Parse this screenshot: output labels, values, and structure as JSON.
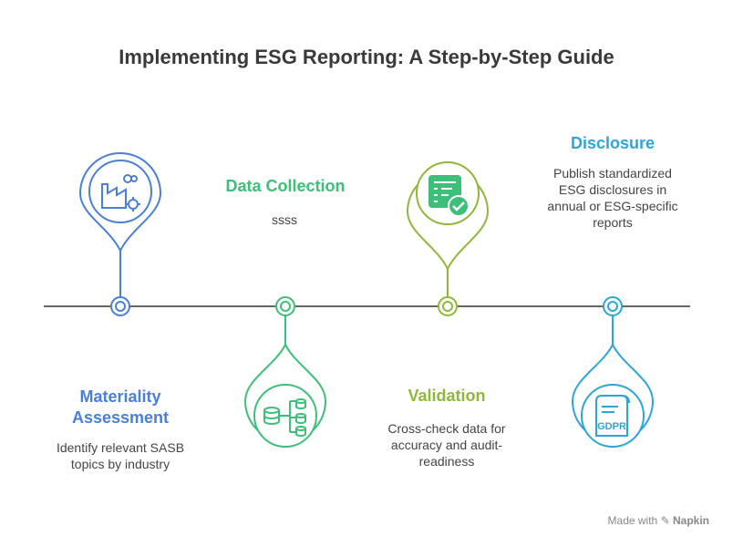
{
  "title": "Implementing ESG Reporting: A Step-by-Step Guide",
  "steps": [
    {
      "title": "Materiality Assessment",
      "description": "Identify relevant SASB topics by industry",
      "color": "#4a7fd8",
      "icon": "factory-gear-icon"
    },
    {
      "title": "Data Collection",
      "description": "ssss",
      "color": "#3dbe79",
      "icon": "database-hierarchy-icon"
    },
    {
      "title": "Validation",
      "description": "Cross-check data for accuracy and audit-readiness",
      "color": "#8fb83a",
      "icon": "checklist-check-icon"
    },
    {
      "title": "Disclosure",
      "description": "Publish standardized ESG disclosures in annual or ESG-specific reports",
      "color": "#2ca6d8",
      "icon": "gdpr-document-icon"
    }
  ],
  "footer": {
    "made_with": "Made with",
    "brand": "Napkin"
  }
}
